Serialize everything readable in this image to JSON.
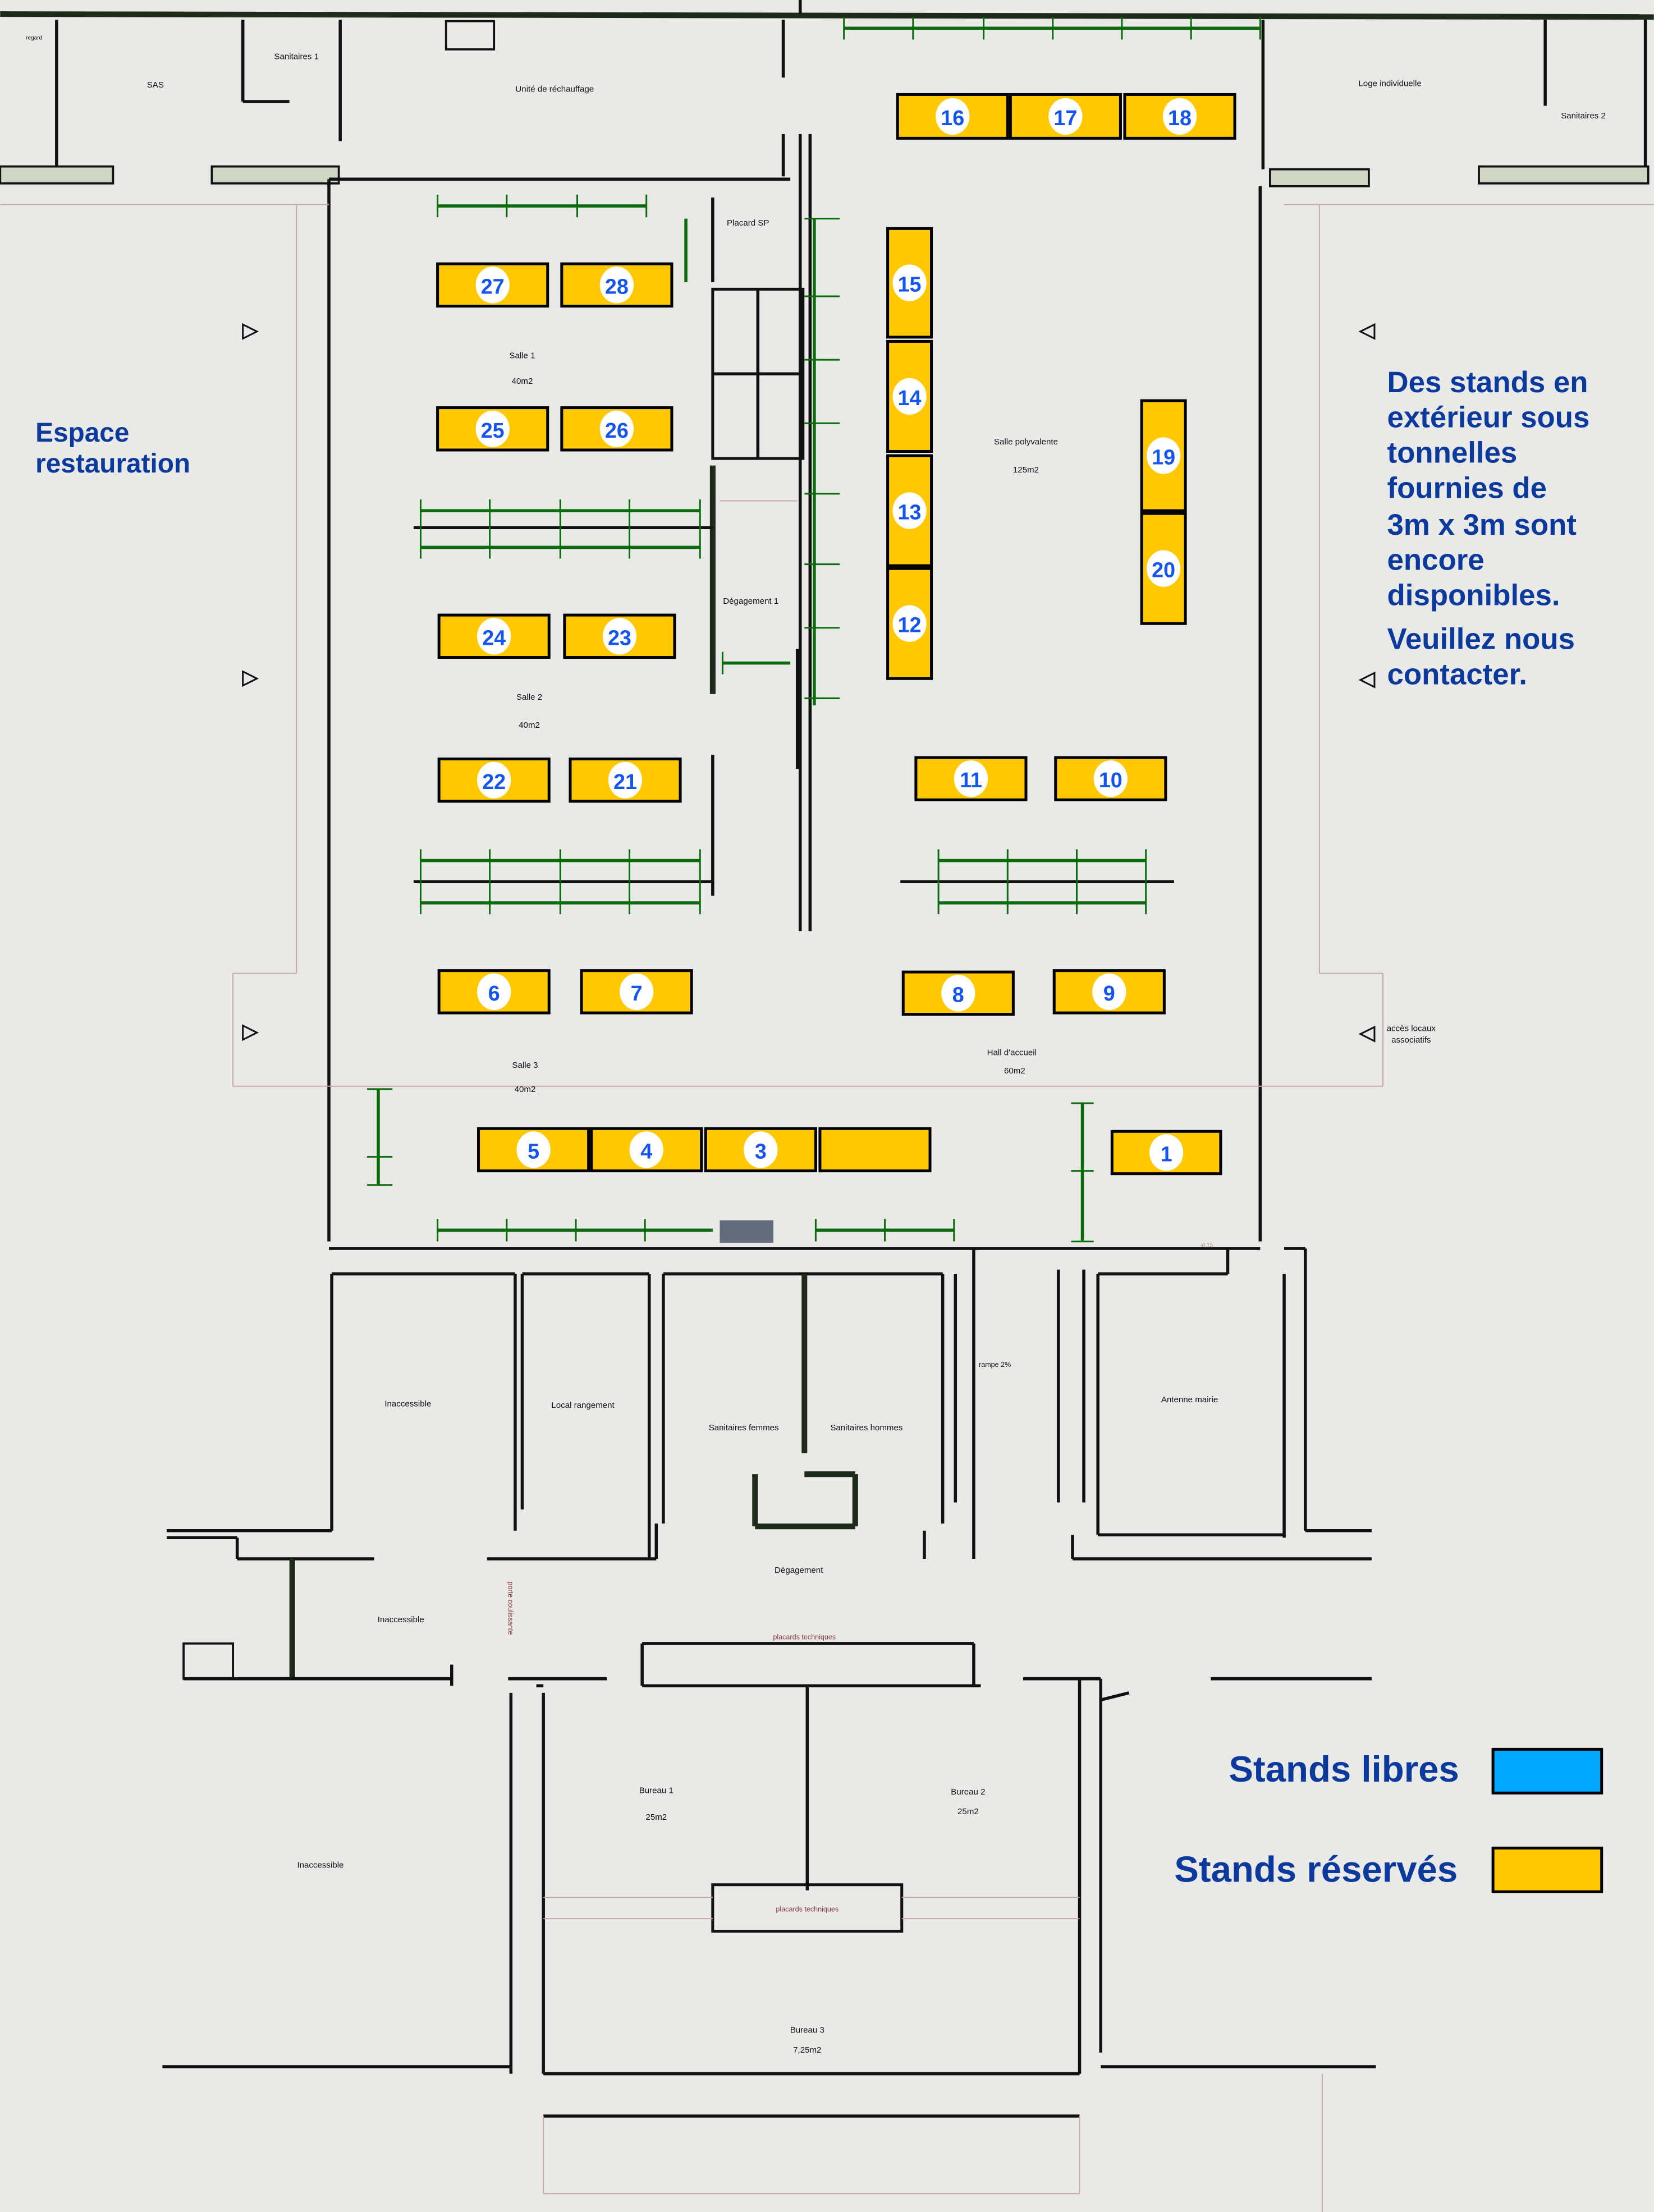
{
  "colors": {
    "reserved": "#ffc800",
    "free": "#00a8ff",
    "text_blue": "#0b3a9c",
    "number_blue": "#1455f0",
    "railing_green": "#0a6b0a"
  },
  "left_note": [
    "Espace",
    "restauration"
  ],
  "right_note": [
    "Des stands en",
    "extérieur sous",
    "tonnelles",
    "fournies de",
    "3m x 3m sont",
    "encore",
    "disponibles.",
    "Veuillez nous",
    "contacter."
  ],
  "legend": [
    {
      "label": "Stands libres",
      "status": "free"
    },
    {
      "label": "Stands réservés",
      "status": "reserved"
    }
  ],
  "stands": [
    {
      "number": "16",
      "status": "reserved"
    },
    {
      "number": "17",
      "status": "reserved"
    },
    {
      "number": "18",
      "status": "reserved"
    },
    {
      "number": "15",
      "status": "reserved"
    },
    {
      "number": "14",
      "status": "reserved"
    },
    {
      "number": "13",
      "status": "reserved"
    },
    {
      "number": "12",
      "status": "reserved"
    },
    {
      "number": "27",
      "status": "reserved"
    },
    {
      "number": "28",
      "status": "reserved"
    },
    {
      "number": "25",
      "status": "reserved"
    },
    {
      "number": "26",
      "status": "reserved"
    },
    {
      "number": "19",
      "status": "reserved"
    },
    {
      "number": "20",
      "status": "reserved"
    },
    {
      "number": "24",
      "status": "reserved"
    },
    {
      "number": "23",
      "status": "reserved"
    },
    {
      "number": "22",
      "status": "reserved"
    },
    {
      "number": "21",
      "status": "reserved"
    },
    {
      "number": "11",
      "status": "reserved"
    },
    {
      "number": "10",
      "status": "reserved"
    },
    {
      "number": "6",
      "status": "reserved"
    },
    {
      "number": "7",
      "status": "reserved"
    },
    {
      "number": "8",
      "status": "reserved"
    },
    {
      "number": "9",
      "status": "reserved"
    },
    {
      "number": "5",
      "status": "reserved"
    },
    {
      "number": "4",
      "status": "reserved"
    },
    {
      "number": "3",
      "status": "reserved"
    },
    {
      "number": "",
      "status": "reserved"
    },
    {
      "number": "1",
      "status": "reserved"
    }
  ],
  "rooms": {
    "regard": "regard",
    "sas": "SAS",
    "sanitaires1": "Sanitaires 1",
    "rechauffage": "Unité de réchauffage",
    "placard": "Placard SP",
    "loge": "Loge individuelle",
    "sanitaires2": "Sanitaires 2",
    "salle1": "Salle 1",
    "salle1_area": "40m2",
    "polyvalente": "Salle polyvalente",
    "polyvalente_area": "125m2",
    "degagement1": "Dégagement 1",
    "salle2": "Salle 2",
    "salle2_area": "40m2",
    "salle3": "Salle 3",
    "salle3_area": "40m2",
    "hall": "Hall d'accueil",
    "hall_area": "60m2",
    "acces": [
      "accès locaux",
      "associatifs"
    ],
    "inaccessible1": "Inaccessible",
    "local_rangement": "Local rangement",
    "san_femmes": "Sanitaires femmes",
    "san_hommes": "Sanitaires hommes",
    "rampe": "rampe 2%",
    "antenne": "Antenne mairie",
    "degagement": "Dégagement",
    "inaccessible2": "Inaccessible",
    "porte_coulissante": "porte coulissante",
    "placards_tech1": "placards techniques",
    "bureau1": "Bureau 1",
    "bureau1_area": "25m2",
    "bureau2": "Bureau 2",
    "bureau2_area": "25m2",
    "inaccessible3": "Inaccessible",
    "placards_tech2": "placards techniques",
    "bureau3": "Bureau 3",
    "bureau3_area": "7,25m2",
    "level": "-0,15"
  }
}
